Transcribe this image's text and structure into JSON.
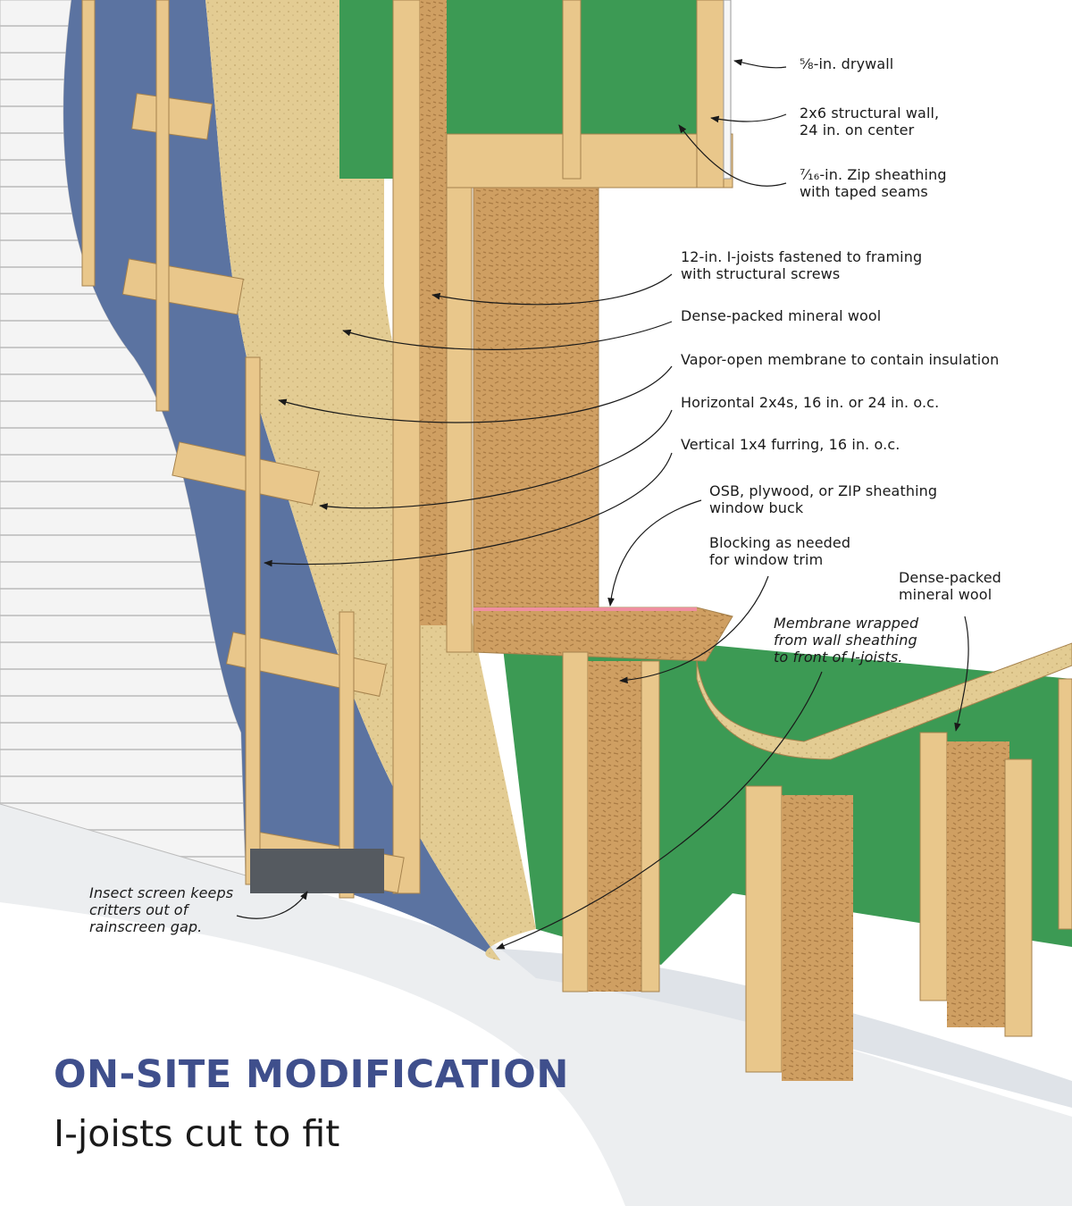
{
  "title": "ON-SITE MODIFICATION",
  "subtitle": "I-joists cut to fit",
  "labels": {
    "drywall": "⅝-in. drywall",
    "structural_wall": "2x6 structural wall,\n24 in. on center",
    "zip_sheathing": "⁷⁄₁₆-in. Zip sheathing\nwith taped seams",
    "ijoists": "12-in. I-joists fastened to framing\nwith structural screws",
    "mineral_wool": "Dense-packed mineral wool",
    "vapor_membrane": "Vapor-open membrane to contain insulation",
    "horizontal_2x4": "Horizontal 2x4s, 16 in. or 24 in. o.c.",
    "vertical_furring": "Vertical 1x4 furring, 16 in. o.c.",
    "window_buck": "OSB, plywood, or ZIP sheathing\nwindow buck",
    "blocking": "Blocking as needed\nfor window trim",
    "mineral_wool_2": "Dense-packed\nmineral wool",
    "membrane_wrapped": "Membrane wrapped\nfrom wall sheathing\nto front of I-joists.",
    "insect_screen": "Insect screen keeps\ncritters out of\nrainscreen gap."
  },
  "colors": {
    "title": "#3f4f8c",
    "sheathing_green": "#3f9a55",
    "wrb_blue": "#5a73a0",
    "wood": "#e8c48a",
    "osb": "#c9985a",
    "insulation": "#e0c98f",
    "siding": "#f3f3f3"
  }
}
